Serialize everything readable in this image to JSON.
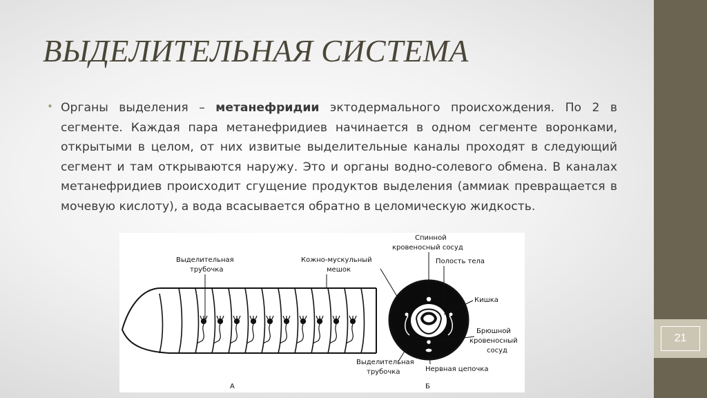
{
  "slide": {
    "title": "ВЫДЕЛИТЕЛЬНАЯ СИСТЕМА",
    "bullet_symbol": "•",
    "text_before_bold": "Органы выделения – ",
    "bold_term": "метанефридии",
    "text_after_bold": " эктодермального происхождения. По 2 в сегменте. Каждая пара метанефридиев начинается в одном сегменте воронками, открытыми в целом, от них извитые выделительные каналы проходят в следующий сегмент и там открываются наружу. Это и органы водно-солевого обмена. В каналах метанефридиев происходит сгущение продуктов выделения (аммиак превращается в мочевую кислоту), а вода всасывается обратно в целомическую жидкость.",
    "page_number": "21"
  },
  "figure": {
    "panel_a_label": "А",
    "panel_b_label": "Б",
    "label_tube_top_1": "Выделительная",
    "label_tube_top_2": "трубочка",
    "label_skin_1": "Кожно-мускульный",
    "label_skin_2": "мешок",
    "label_dorsal_1": "Спинной",
    "label_dorsal_2": "кровеносный сосуд",
    "label_cavity": "Полость тела",
    "label_gut": "Кишка",
    "label_ventral_1": "Брюшной",
    "label_ventral_2": "кровеносный",
    "label_ventral_3": "сосуд",
    "label_tube_bottom_1": "Выделительная",
    "label_tube_bottom_2": "трубочка",
    "label_nerve": "Нервная цепочка"
  },
  "colors": {
    "accent_bar": "#6b6450",
    "bullet": "#a79f7c",
    "title": "#4a4638"
  }
}
